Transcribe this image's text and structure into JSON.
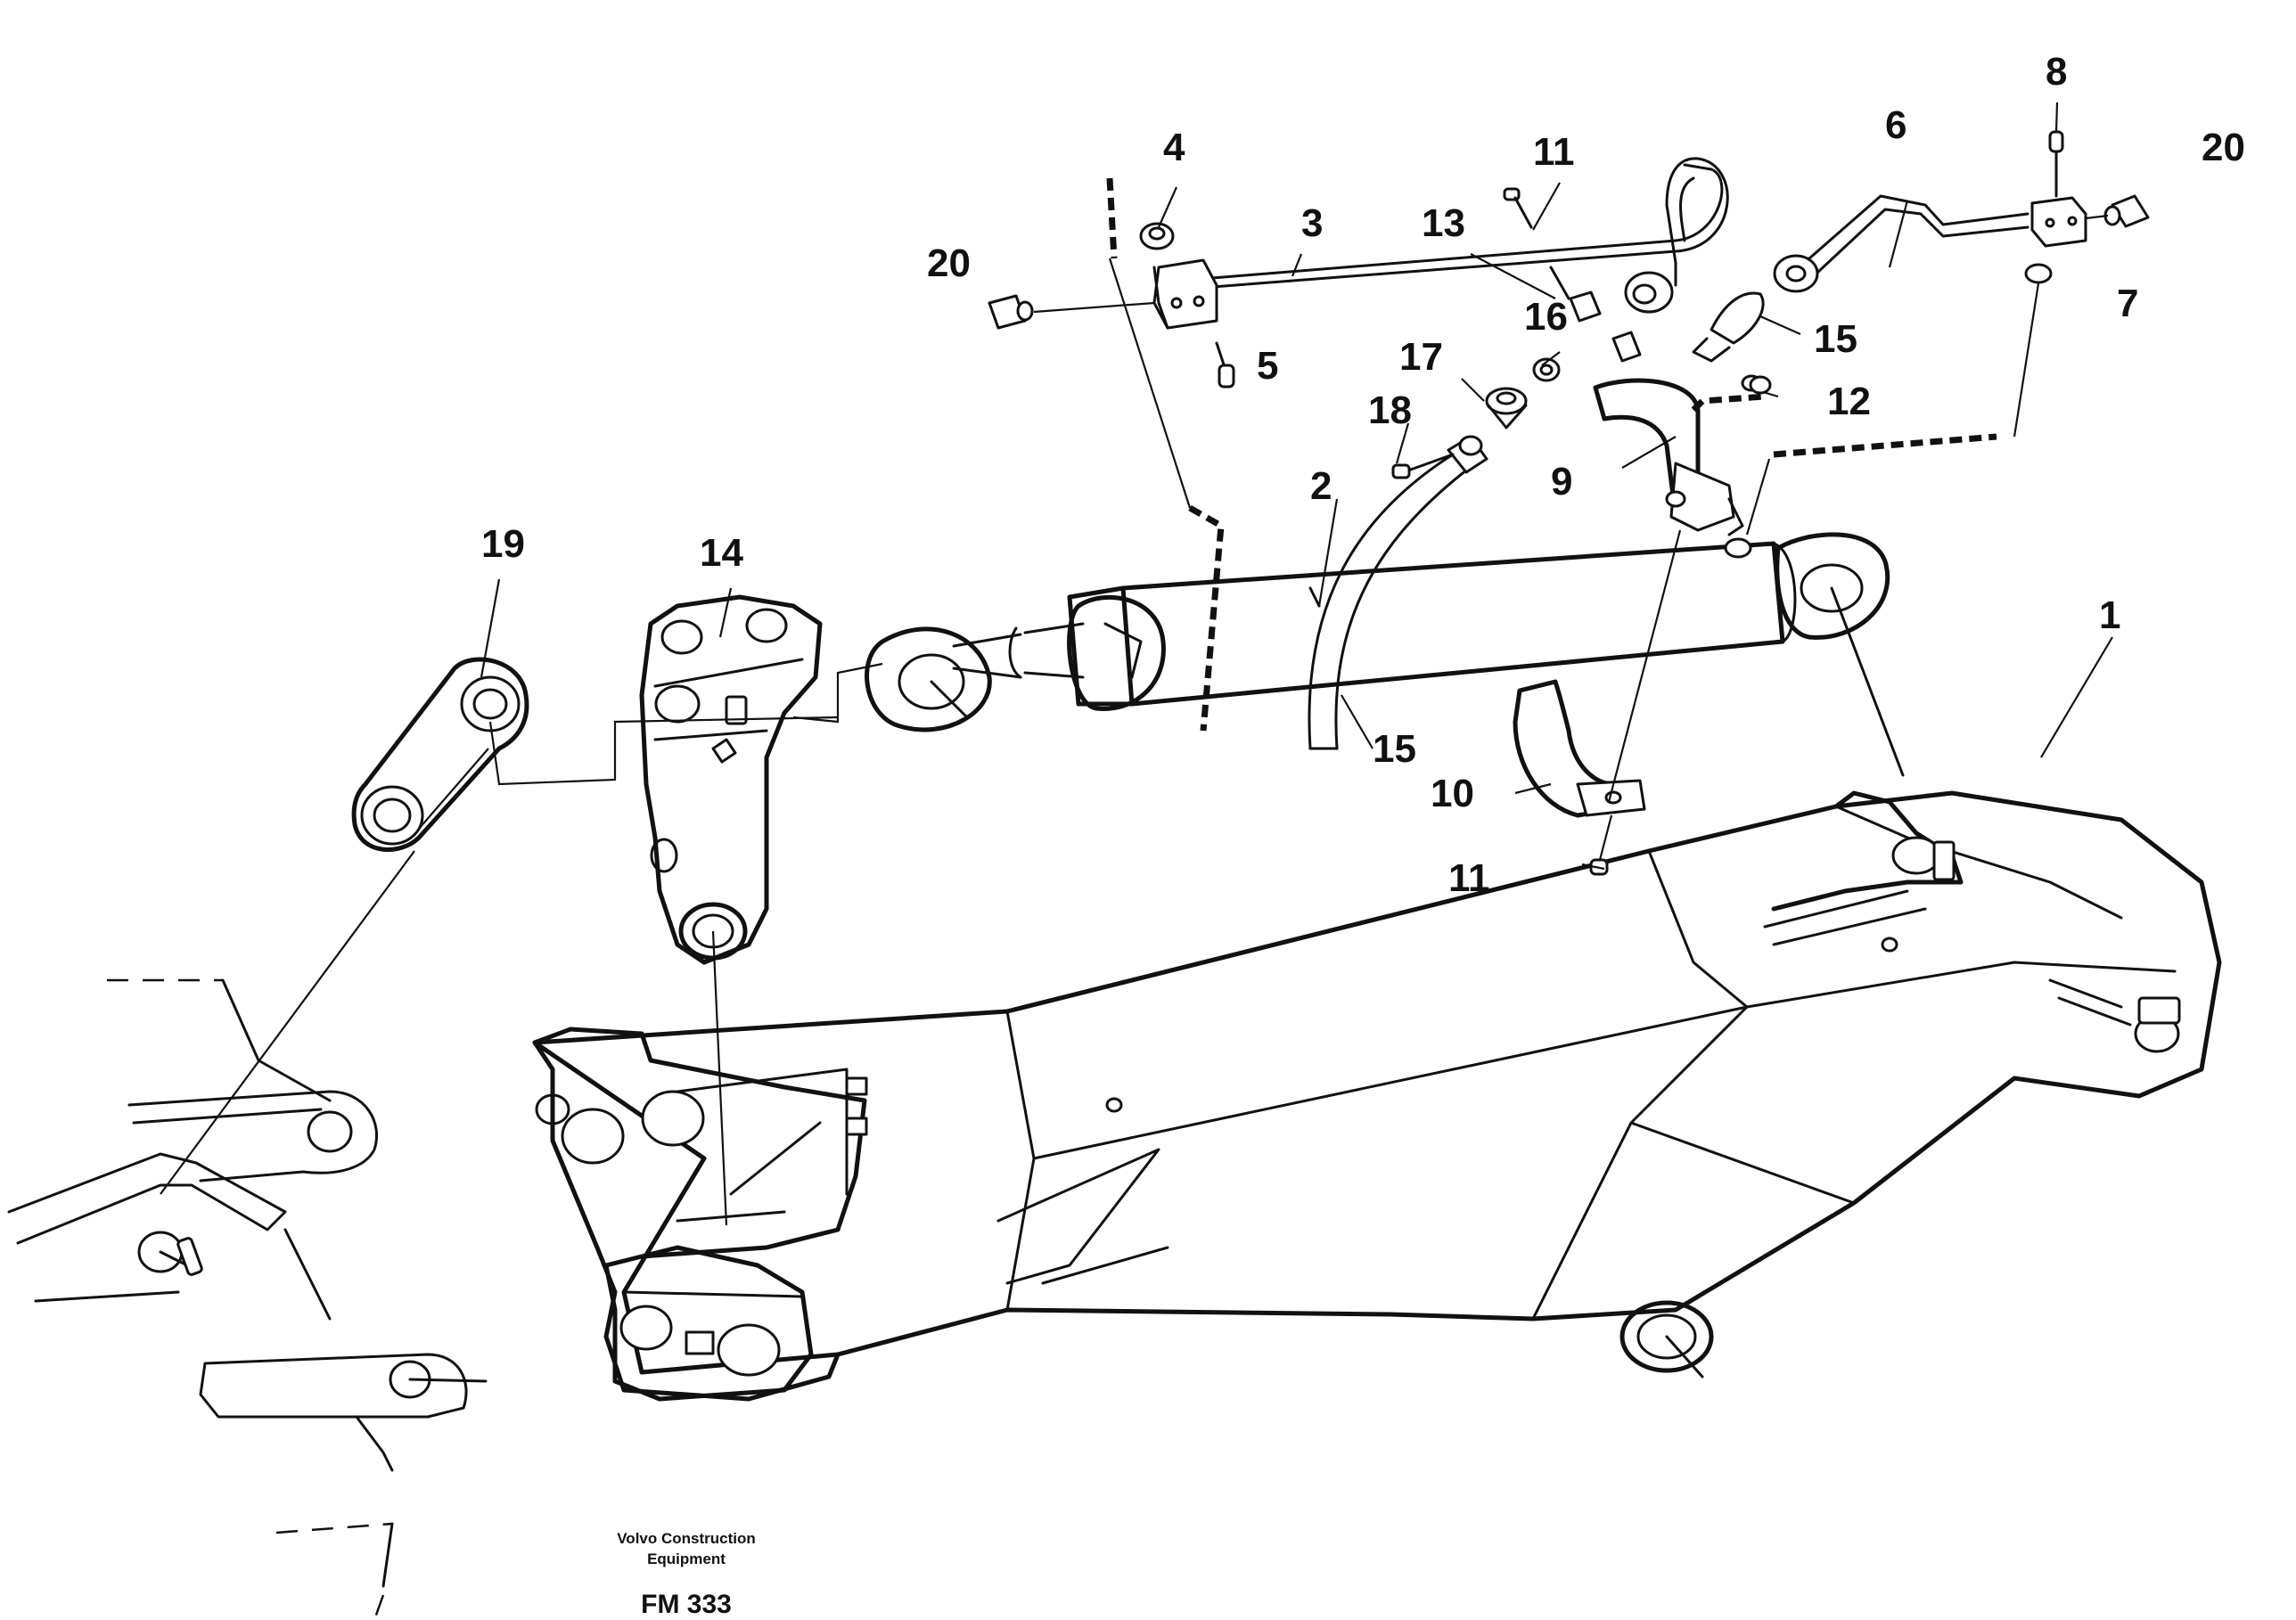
{
  "part_labels": {
    "p1": "1",
    "p2": "2",
    "p3": "3",
    "p4": "4",
    "p5": "5",
    "p6": "6",
    "p7": "7",
    "p8": "8",
    "p9": "9",
    "p10": "10",
    "p11a": "11",
    "p11b": "11",
    "p12": "12",
    "p13": "13",
    "p14": "14",
    "p15a": "15",
    "p15b": "15",
    "p16": "16",
    "p17": "17",
    "p18": "18",
    "p19": "19",
    "p20a": "20",
    "p20b": "20"
  },
  "footer": {
    "maker_line1": "Volvo Construction",
    "maker_line2": "Equipment",
    "code": "FM 333"
  }
}
